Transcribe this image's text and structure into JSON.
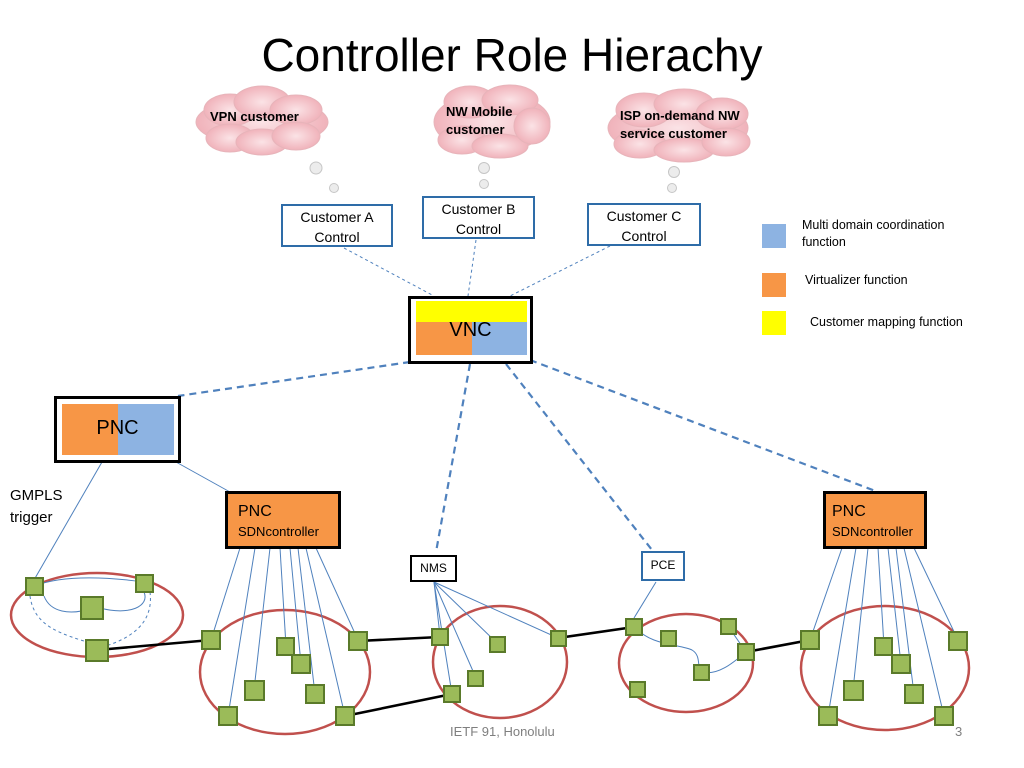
{
  "title": "Controller Role Hierachy",
  "clouds": [
    {
      "id": "vpn",
      "label": "VPN customer"
    },
    {
      "id": "mobile",
      "label": "NW Mobile customer"
    },
    {
      "id": "isp",
      "label": "ISP on-demand NW service  customer"
    }
  ],
  "customer_controls": [
    {
      "id": "a",
      "label": "Customer A Control"
    },
    {
      "id": "b",
      "label": "Customer B Control"
    },
    {
      "id": "c",
      "label": "Customer C Control"
    }
  ],
  "legend": [
    {
      "label": "Multi domain coordination function",
      "color": "#8db3e2"
    },
    {
      "label": "Virtualizer function",
      "color": "#f79646"
    },
    {
      "label": "Customer mapping function",
      "color": "#ffff00"
    }
  ],
  "vnc_label": "VNC",
  "pnc_label": "PNC",
  "pnc_sdn": {
    "title": "PNC",
    "subtitle": "SDNcontroller"
  },
  "nms_label": "NMS",
  "pce_label": "PCE",
  "gmpls_label": "GMPLS trigger",
  "footer": {
    "venue": "IETF 91, Honolulu",
    "page": "3"
  },
  "colors": {
    "blue_border": "#2e6ca8",
    "link_blue": "#4f81bd",
    "node_green": "#9bbb59",
    "node_border": "#5a7a2a",
    "domain_red": "#c0504d",
    "cloud_pink": "#f2b8bf"
  }
}
